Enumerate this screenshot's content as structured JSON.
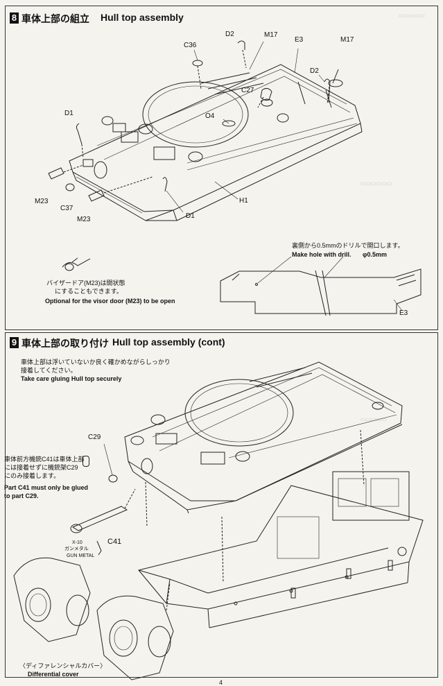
{
  "step8": {
    "number": "8",
    "title_jp": "車体上部の組立",
    "title_en": "Hull top assembly",
    "parts": [
      "D2",
      "M17",
      "E3",
      "M17",
      "C36",
      "D2",
      "C27",
      "D1",
      "O4",
      "H1",
      "M23",
      "C37",
      "M23",
      "D1"
    ],
    "visor_note_jp_1": "バイザードア(M23)は開状態",
    "visor_note_jp_2": "にすることもできます。",
    "visor_note_en": "Optional for the visor door (M23) to be open",
    "drill_note_jp": "裏側から0.5mmのドリルで開口します。",
    "drill_note_en": "Make hole with drill.",
    "drill_size": "φ0.5mm",
    "drill_part": "E3"
  },
  "step9": {
    "number": "9",
    "title_jp": "車体上部の取り付け",
    "title_en": "Hull top assembly (cont)",
    "caution_jp_1": "車体上部は浮いていないか良く確かめながらしっかり",
    "caution_jp_2": "接着してください。",
    "caution_en": "Take care gluing Hull top securely",
    "part_c29": "C29",
    "c41_note_jp_1": "車体前方機銃C41は車体上部",
    "c41_note_jp_2": "には接着せずに機銃架C29",
    "c41_note_jp_3": "にのみ接着します。",
    "c41_note_en_1": "Part C41 must only be glued",
    "c41_note_en_2": "to part C29.",
    "x10_label": "X-10",
    "x10_jp": "ガンメタル",
    "x10_en": "GUN METAL",
    "part_c41": "C41",
    "diff_jp": "〈ディファレンシャルカバー〉",
    "diff_en": "Differential cover"
  },
  "page_number": "4"
}
